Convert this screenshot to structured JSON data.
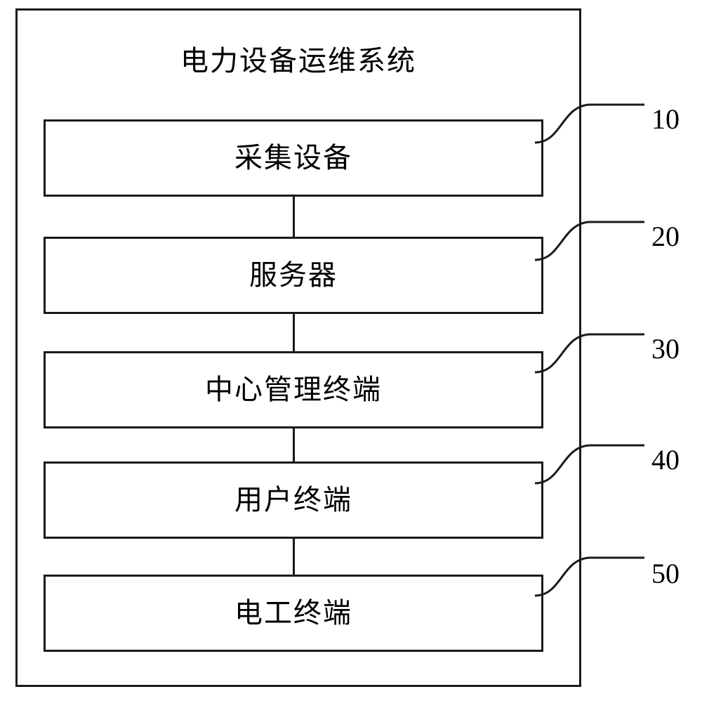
{
  "diagram": {
    "type": "block-diagram",
    "system": {
      "title": "电力设备运维系统"
    },
    "modules": [
      {
        "label": "采集设备",
        "ref": "10"
      },
      {
        "label": "服务器",
        "ref": "20"
      },
      {
        "label": "中心管理终端",
        "ref": "30"
      },
      {
        "label": "用户终端",
        "ref": "40"
      },
      {
        "label": "电工终端",
        "ref": "50"
      }
    ],
    "colors": {
      "stroke": "#1a1a1a",
      "background": "#ffffff",
      "text": "#000000"
    }
  }
}
